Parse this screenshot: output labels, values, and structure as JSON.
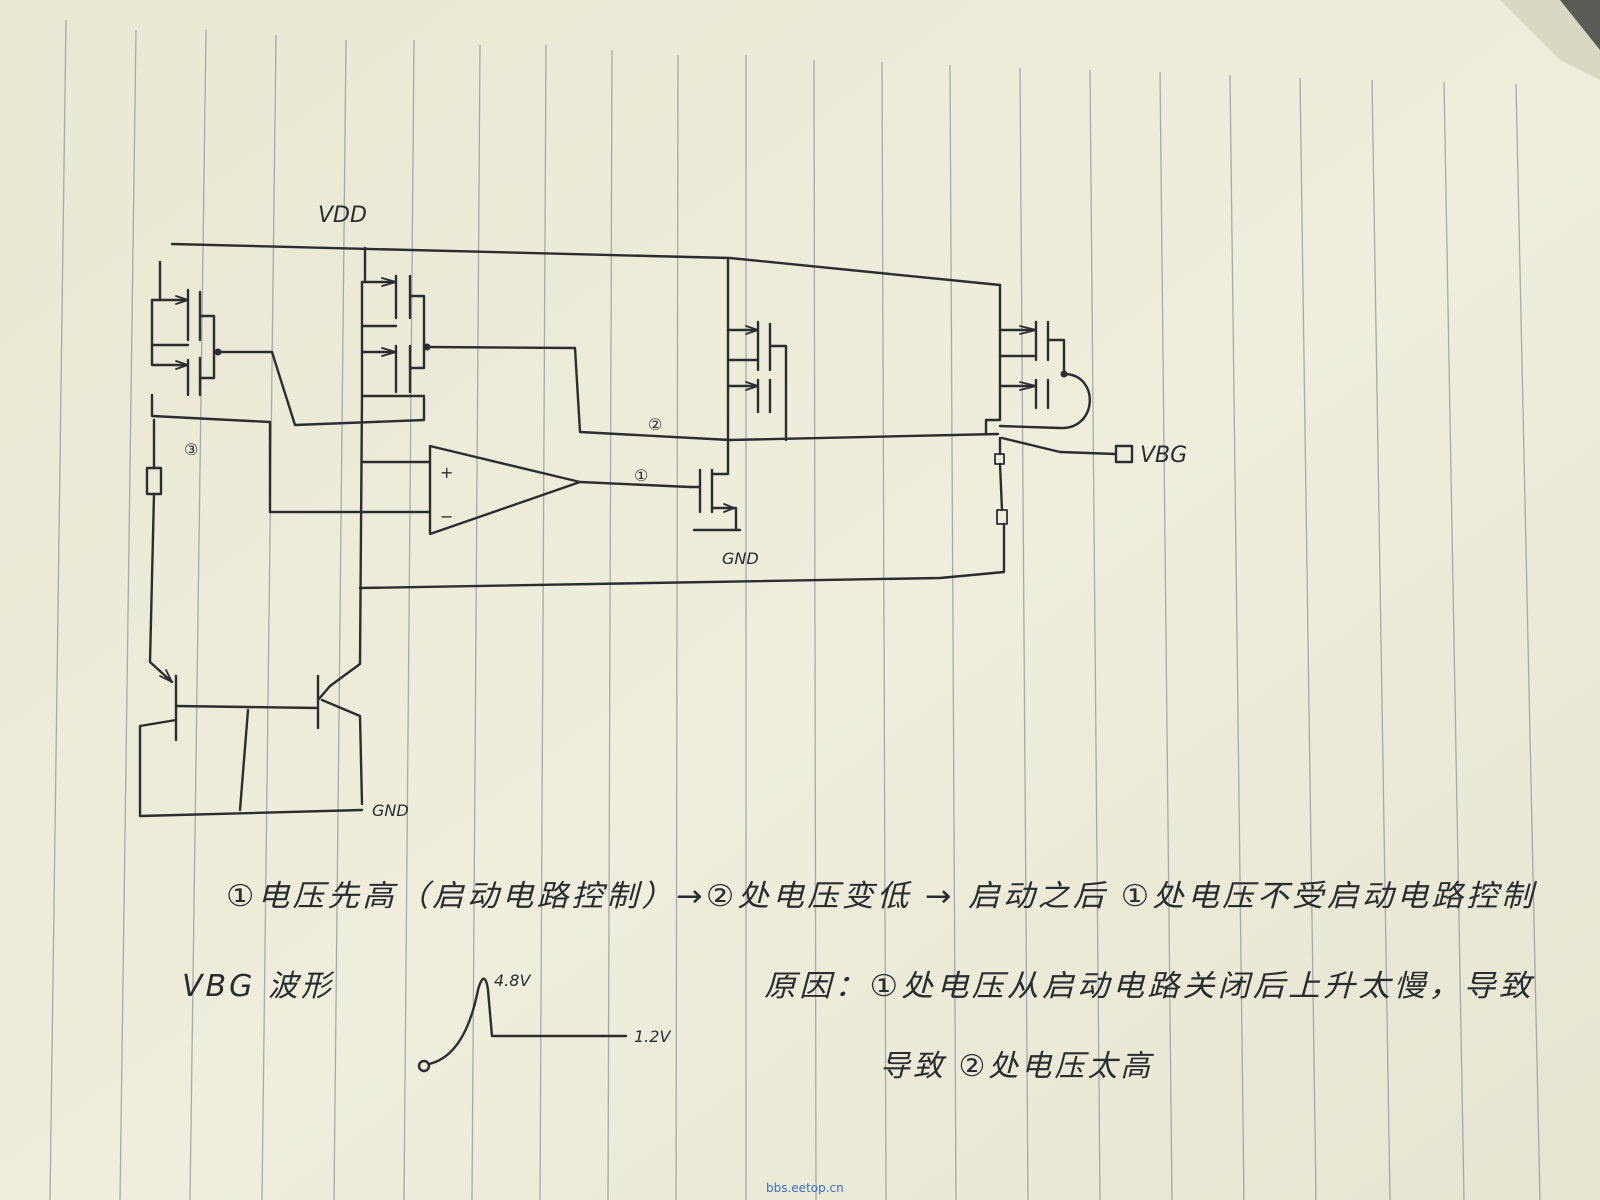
{
  "labels": {
    "vdd": "VDD",
    "vbg": "VBG",
    "gnd_right": "GND",
    "gnd_bottom": "GND",
    "node_1": "①",
    "node_2": "②",
    "node_3": "③",
    "amp_plus": "+",
    "amp_minus": "−"
  },
  "notes": {
    "line1": "①电压先高（启动电路控制）→②处电压变低 → 启动之后 ①处电压不受启动电路控制",
    "vbg_wave_label": "VBG 波形",
    "wave_peak": "4.8V",
    "wave_final": "1.2V",
    "reason_line1": "原因：①处电压从启动电路关闭后上升太慢，导致",
    "reason_line2": "导致 ②处电压太高"
  },
  "watermark": "bbs.eetop.cn",
  "colors": {
    "paper": "#ecebd9",
    "ink": "#2b2d31",
    "rule": "#8c93a6",
    "watermark": "#3b6fc4"
  }
}
